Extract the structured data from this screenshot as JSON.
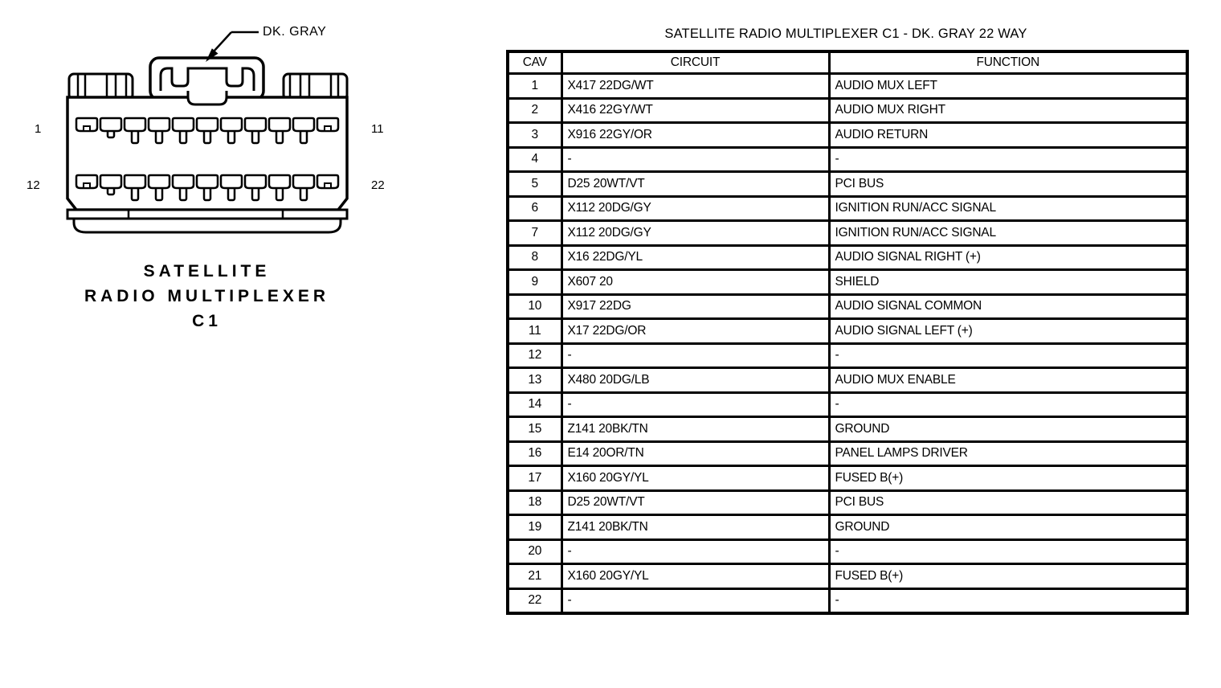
{
  "connector": {
    "color_label": "DK. GRAY",
    "pin_labels": {
      "top_left": "1",
      "top_right": "11",
      "bottom_left": "12",
      "bottom_right": "22"
    },
    "caption_lines": [
      "SATELLITE",
      "RADIO MULTIPLEXER",
      "C1"
    ],
    "pins_per_row": 11
  },
  "table": {
    "title": "SATELLITE RADIO MULTIPLEXER C1 - DK. GRAY 22 WAY",
    "columns": [
      "CAV",
      "CIRCUIT",
      "FUNCTION"
    ],
    "rows": [
      {
        "cav": "1",
        "circuit": "X417 22DG/WT",
        "function": "AUDIO MUX LEFT"
      },
      {
        "cav": "2",
        "circuit": "X416 22GY/WT",
        "function": "AUDIO MUX RIGHT"
      },
      {
        "cav": "3",
        "circuit": "X916 22GY/OR",
        "function": "AUDIO RETURN"
      },
      {
        "cav": "4",
        "circuit": "-",
        "function": "-"
      },
      {
        "cav": "5",
        "circuit": "D25 20WT/VT",
        "function": "PCI BUS"
      },
      {
        "cav": "6",
        "circuit": "X112 20DG/GY",
        "function": "IGNITION RUN/ACC SIGNAL"
      },
      {
        "cav": "7",
        "circuit": "X112 20DG/GY",
        "function": "IGNITION RUN/ACC SIGNAL"
      },
      {
        "cav": "8",
        "circuit": "X16 22DG/YL",
        "function": "AUDIO SIGNAL RIGHT (+)"
      },
      {
        "cav": "9",
        "circuit": "X607 20",
        "function": "SHIELD"
      },
      {
        "cav": "10",
        "circuit": "X917 22DG",
        "function": "AUDIO SIGNAL COMMON"
      },
      {
        "cav": "11",
        "circuit": "X17 22DG/OR",
        "function": "AUDIO SIGNAL LEFT (+)"
      },
      {
        "cav": "12",
        "circuit": "-",
        "function": "-"
      },
      {
        "cav": "13",
        "circuit": "X480 20DG/LB",
        "function": "AUDIO MUX ENABLE"
      },
      {
        "cav": "14",
        "circuit": "-",
        "function": "-"
      },
      {
        "cav": "15",
        "circuit": "Z141 20BK/TN",
        "function": "GROUND"
      },
      {
        "cav": "16",
        "circuit": "E14 20OR/TN",
        "function": "PANEL LAMPS DRIVER"
      },
      {
        "cav": "17",
        "circuit": "X160 20GY/YL",
        "function": "FUSED B(+)"
      },
      {
        "cav": "18",
        "circuit": "D25 20WT/VT",
        "function": "PCI BUS"
      },
      {
        "cav": "19",
        "circuit": "Z141 20BK/TN",
        "function": "GROUND"
      },
      {
        "cav": "20",
        "circuit": "-",
        "function": "-"
      },
      {
        "cav": "21",
        "circuit": "X160 20GY/YL",
        "function": "FUSED B(+)"
      },
      {
        "cav": "22",
        "circuit": "-",
        "function": "-"
      }
    ]
  },
  "colors": {
    "ink": "#000000",
    "paper": "#ffffff"
  }
}
